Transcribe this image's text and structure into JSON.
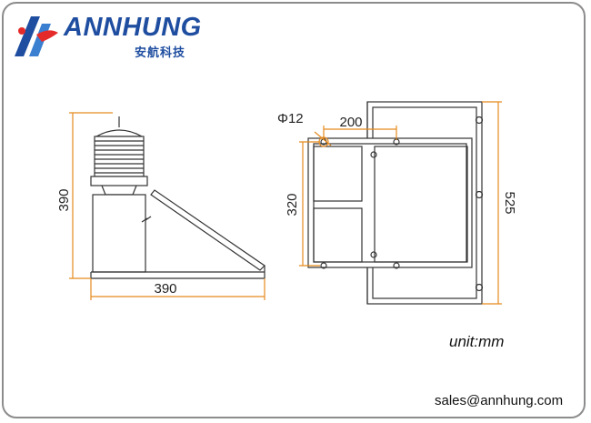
{
  "brand": {
    "name": "ANNHUNG",
    "name_cn": "安航科技",
    "colors": {
      "primary": "#1f4ea0",
      "accent": "#e52a2a"
    }
  },
  "diagram": {
    "side_view": {
      "height_label": "390",
      "width_label": "390"
    },
    "bracket_view": {
      "hole_label": "Φ12",
      "hole_spacing_label": "200",
      "bracket_height_label": "320",
      "overall_height_label": "525"
    },
    "dimension_color": "#e58a1f"
  },
  "footer": {
    "unit": "unit:mm",
    "email": "sales@annhung.com"
  }
}
